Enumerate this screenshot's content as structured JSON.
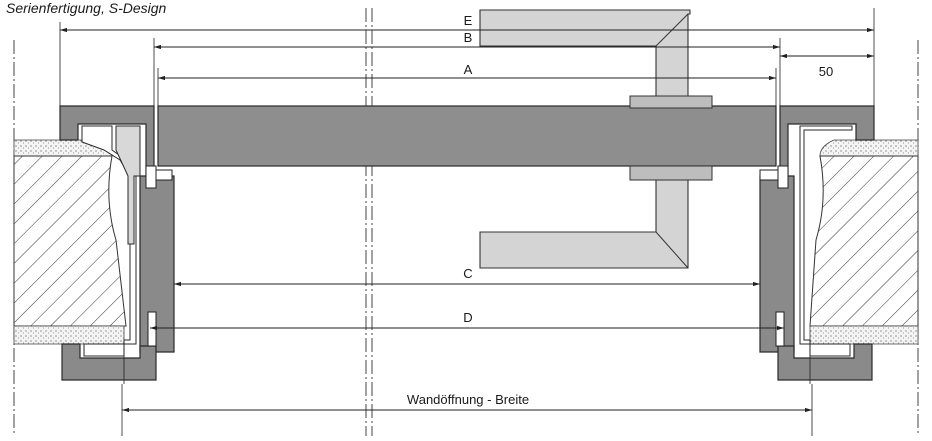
{
  "caption": "Serienfertigung, S-Design",
  "dimensions": {
    "E": "E",
    "B": "B",
    "A": "A",
    "C": "C",
    "D": "D",
    "offset_value": "50",
    "opening_width": "Wandöffnung - Breite"
  }
}
